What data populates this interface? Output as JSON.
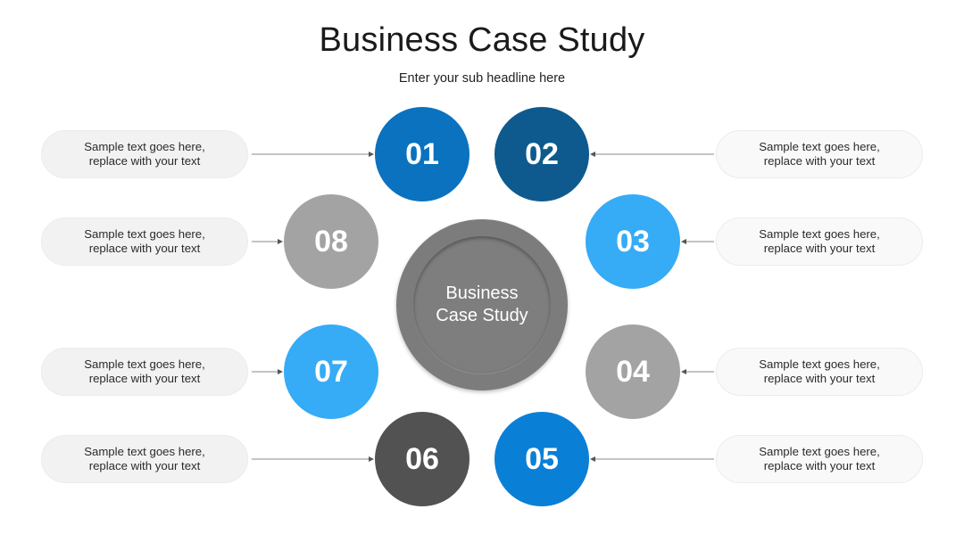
{
  "header": {
    "title": "Business Case Study",
    "subtitle": "Enter your sub headline here"
  },
  "hub": {
    "label": "Business\nCase Study"
  },
  "steps": [
    {
      "number": "01",
      "color": "#0a72bf",
      "text": "Sample text goes here,\nreplace with your text"
    },
    {
      "number": "02",
      "color": "#0e5a8e",
      "text": "Sample text goes here,\nreplace with your text"
    },
    {
      "number": "03",
      "color": "#36abf6",
      "text": "Sample text goes here,\nreplace with your text"
    },
    {
      "number": "04",
      "color": "#a3a3a3",
      "text": "Sample text goes here,\nreplace with your text"
    },
    {
      "number": "05",
      "color": "#0a7fd6",
      "text": "Sample text goes here,\nreplace with your text"
    },
    {
      "number": "06",
      "color": "#525252",
      "text": "Sample text goes here,\nreplace with your text"
    },
    {
      "number": "07",
      "color": "#36abf6",
      "text": "Sample text goes here,\nreplace with your text"
    },
    {
      "number": "08",
      "color": "#a3a3a3",
      "text": "Sample text goes here,\nreplace with your text"
    }
  ]
}
